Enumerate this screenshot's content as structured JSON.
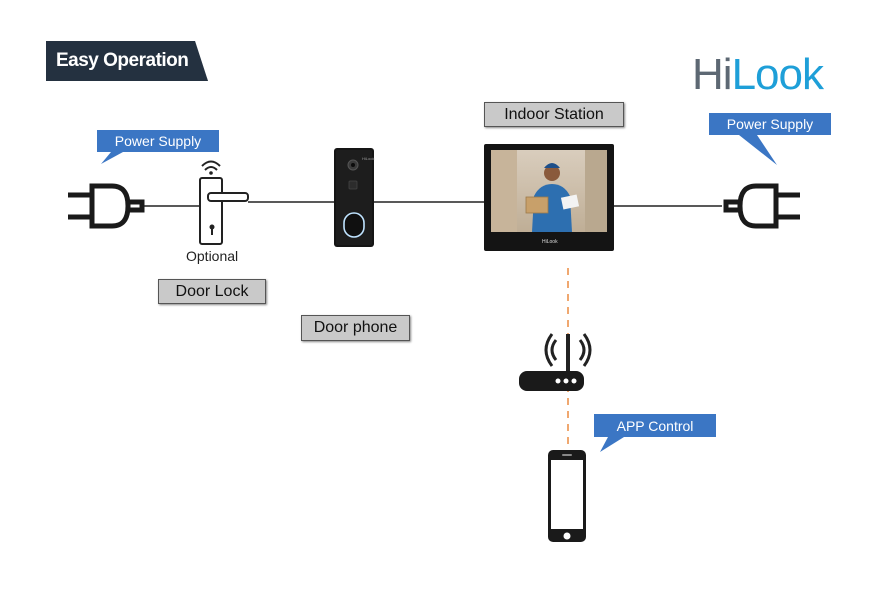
{
  "header": {
    "title": "Easy Operation"
  },
  "brand": {
    "logo_hi": "Hi",
    "logo_look": "Look",
    "accent": "#1e9fd8"
  },
  "callouts": {
    "power_left": "Power Supply",
    "power_right": "Power Supply",
    "app_control": "APP Control"
  },
  "labels": {
    "indoor_station": "Indoor Station",
    "door_lock": "Door Lock",
    "door_phone": "Door phone",
    "optional": "Optional"
  },
  "devices": {
    "doorbell_brand": "HiLook",
    "monitor_brand": "HiLook"
  },
  "colors": {
    "callout_blue": "#3b76c4",
    "label_grey": "#c9c9c9",
    "dash_orange": "#f0a870",
    "title_bg": "#243140"
  }
}
